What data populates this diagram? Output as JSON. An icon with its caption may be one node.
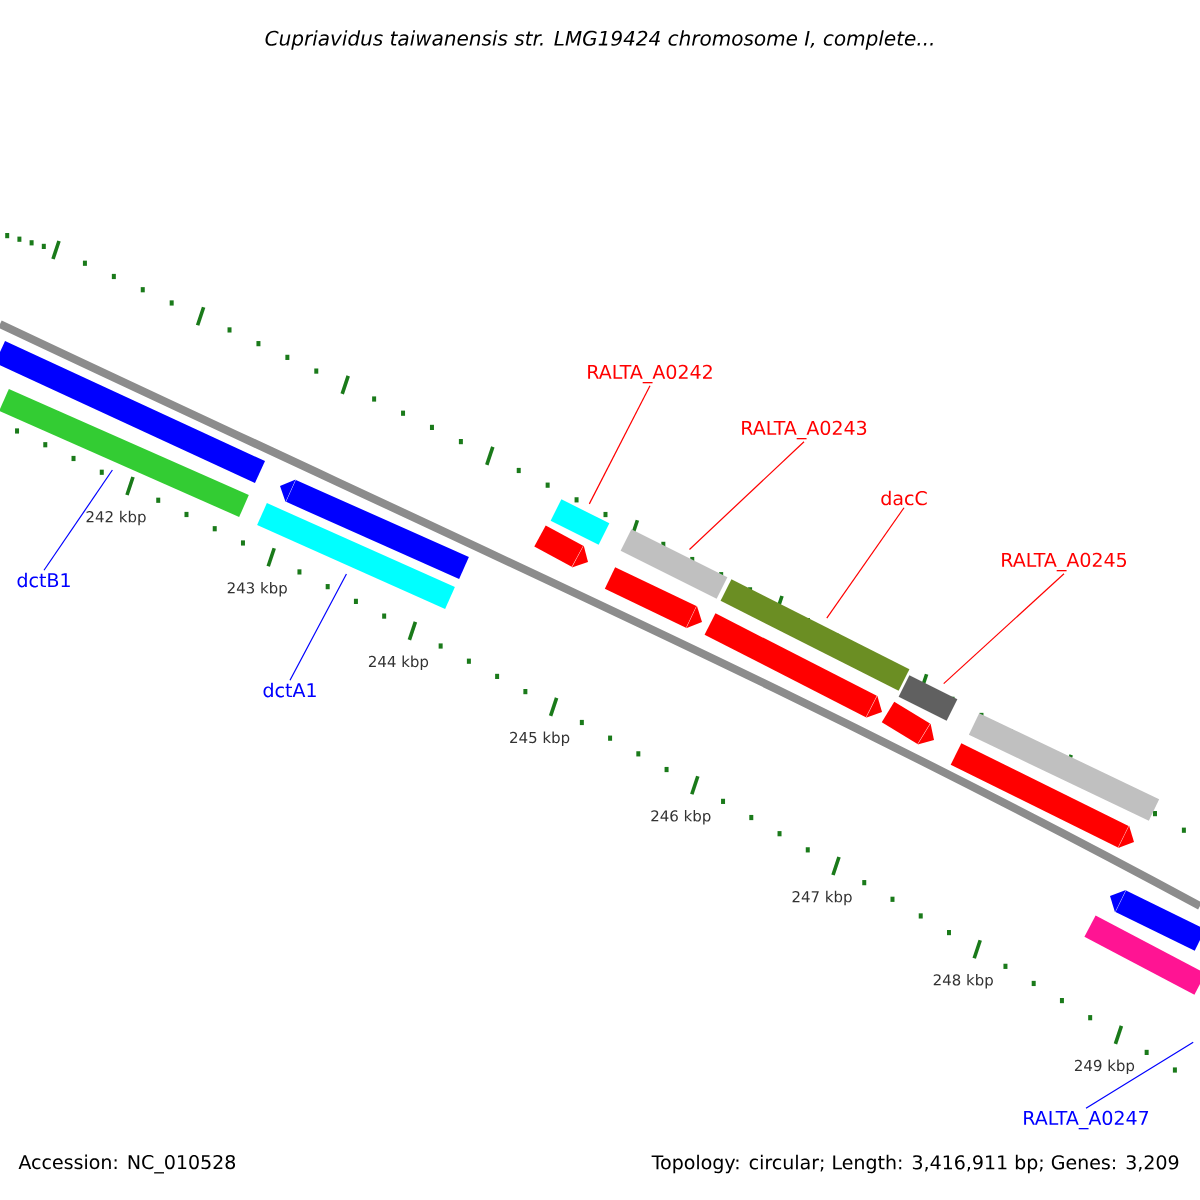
{
  "diagram": {
    "title": "Cupriavidus taiwanensis str. LMG19424 chromosome I, complete...",
    "nodes": [
      {
        "text": [
          "RALTA_A0242"
        ]
      },
      {
        "text": [
          "RALTA_A0243"
        ]
      },
      {
        "text": [
          "dacC"
        ]
      },
      {
        "text": [
          "RALTA_A0245"
        ]
      },
      {
        "text": [
          "dctB1"
        ]
      },
      {
        "text": [
          "dctA1"
        ]
      },
      {
        "text": [
          "RALTA_A0247"
        ]
      },
      {
        "text": [],
        "shape": "bar"
      },
      {
        "text": [],
        "shape": "bar"
      },
      {
        "text": [],
        "shape": "bar"
      },
      {
        "text": [],
        "shape": "bar"
      },
      {
        "text": [],
        "shape": "bar"
      },
      {
        "text": [],
        "shape": "bar"
      },
      {
        "text": [],
        "shape": "bar"
      },
      {
        "text": [],
        "shape": "bar"
      },
      {
        "text": [],
        "shape": "bar"
      },
      {
        "text": [],
        "shape": "bar"
      },
      {
        "text": [],
        "shape": "bar"
      },
      {
        "text": [],
        "shape": "bar"
      },
      {
        "text": [],
        "shape": "bar"
      },
      {
        "text": [],
        "shape": "bar"
      },
      {
        "text": [],
        "shape": "bar"
      },
      {
        "text": [],
        "shape": "bar"
      }
    ],
    "edges": [
      {
        "from": 0,
        "to": 9,
        "arrow": "none"
      },
      {
        "from": 1,
        "to": 10,
        "arrow": "none"
      },
      {
        "from": 2,
        "to": 11,
        "arrow": "none"
      },
      {
        "from": 3,
        "to": 12,
        "arrow": "none"
      },
      {
        "from": 4,
        "to": 7,
        "arrow": "none",
        "color": "#0000ff"
      },
      {
        "from": 5,
        "to": 8,
        "arrow": "none",
        "color": "#0000ff"
      },
      {
        "from": 6,
        "to": null,
        "arrow": "none",
        "color": "#0000ff"
      }
    ],
    "labels": [
      "242 kbp",
      "243 kbp",
      "244 kbp",
      "245 kbp",
      "246 kbp",
      "247 kbp",
      "248 kbp",
      "249 kbp",
      "Accession: NC_010528",
      "Topology: circular; Length: 3,416,911 bp; Genes: 3,209"
    ]
  }
}
